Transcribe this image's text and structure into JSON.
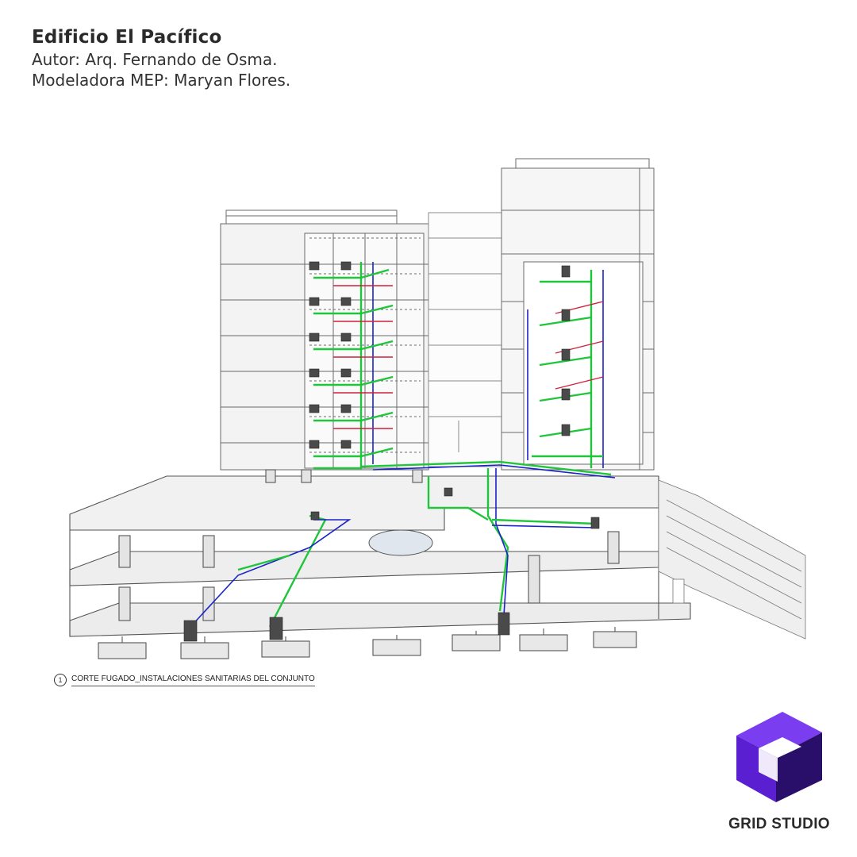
{
  "header": {
    "title": "Edificio El Pacífico",
    "author": "Autor: Arq. Fernando de Osma.",
    "modeler": "Modeladora MEP: Maryan Flores."
  },
  "caption": {
    "number": "1",
    "text": "CORTE FUGADO_INSTALACIONES SANITARIAS DEL CONJUNTO"
  },
  "brand": {
    "name": "GRID STUDIO"
  },
  "colors": {
    "drain_pipe": "#1fc53a",
    "water_pipe": "#1a23c9",
    "hot_pipe": "#d0203a",
    "logo_light": "#7a3df0",
    "logo_mid": "#5a1fd0",
    "logo_dark": "#2a0f6a",
    "line": "#6a6a6a"
  }
}
